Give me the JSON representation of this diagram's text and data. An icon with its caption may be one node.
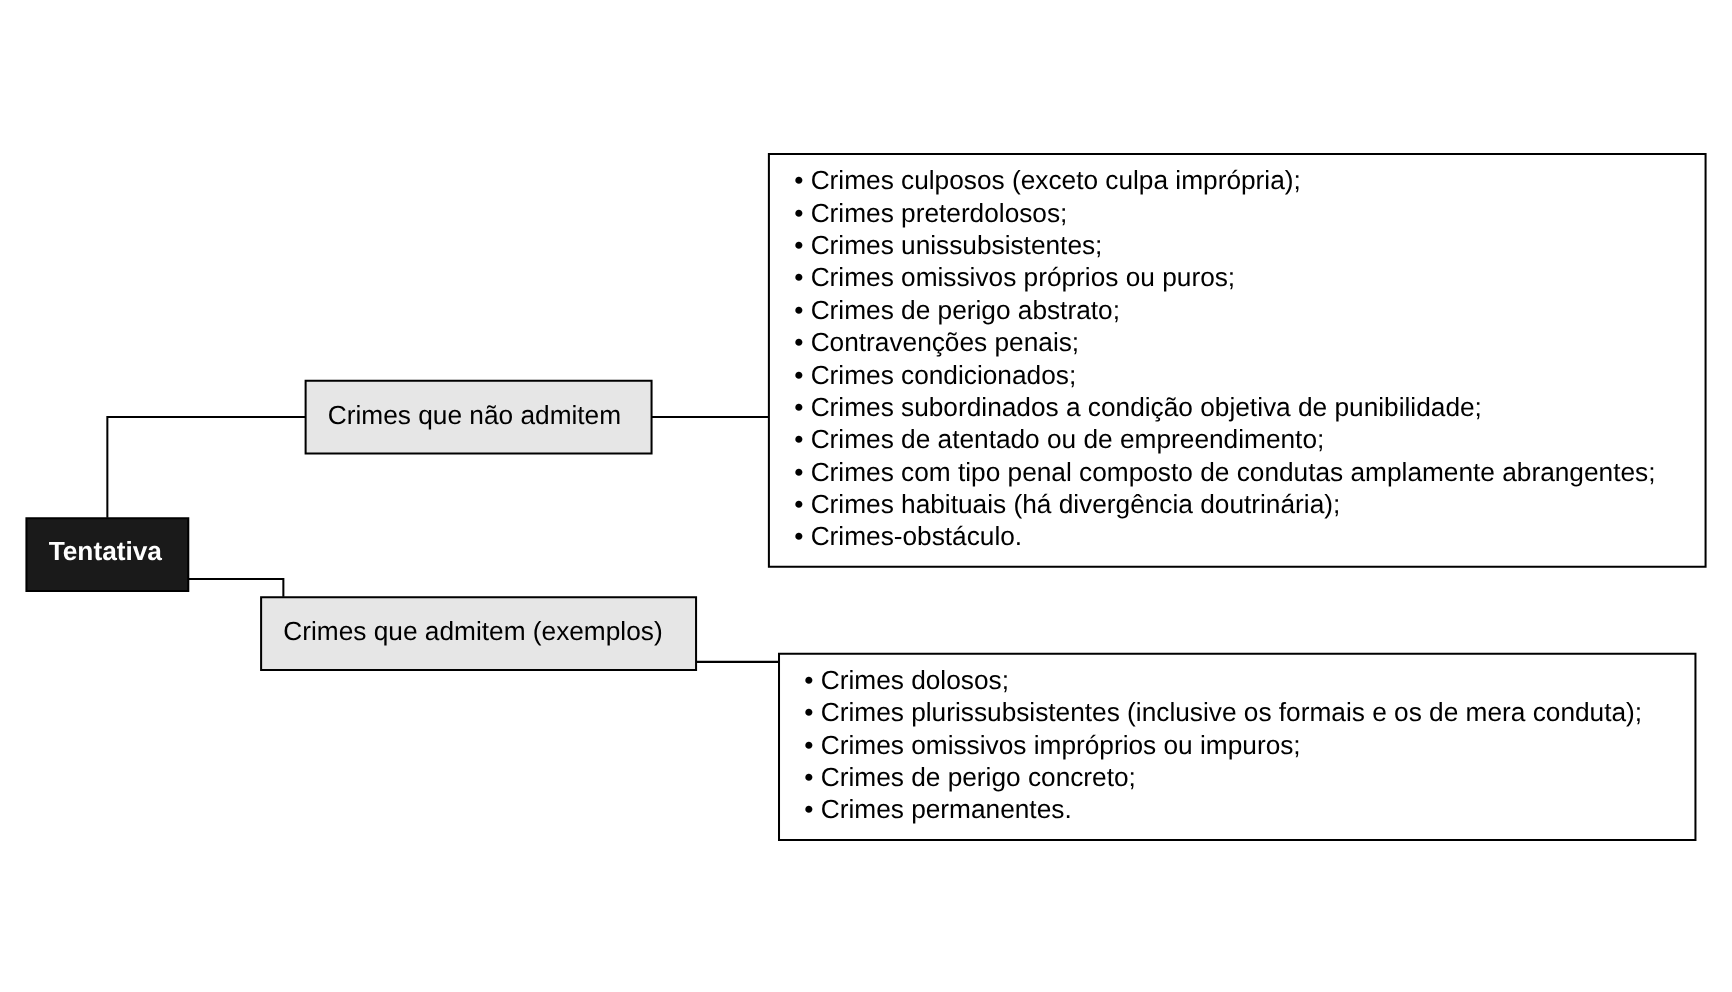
{
  "diagram": {
    "nodes": [
      {
        "text": [
          "Tentativa"
        ]
      },
      {
        "text": [
          "Crimes que não admitem"
        ]
      },
      {
        "text": [
          "• Crimes culposos (exceto culpa imprópria);",
          "• Crimes preterdolosos;",
          "• Crimes unissubsistentes;",
          "• Crimes omissivos próprios ou puros;",
          "• Crimes de perigo abstrato;",
          "• Contravenções penais;",
          "• Crimes condicionados;",
          "• Crimes subordinados a condição objetiva de punibilidade;",
          "• Crimes de atentado ou de empreendimento;",
          "• Crimes com tipo penal composto de condutas amplamente abrangentes;",
          "• Crimes habituais (há divergência doutrinária);",
          "• Crimes-obstáculo."
        ]
      },
      {
        "text": [
          "Crimes que admitem (exemplos)"
        ]
      },
      {
        "text": [
          "• Crimes dolosos;",
          "• Crimes plurissubsistentes (inclusive os formais e os de mera conduta);",
          "• Crimes omissivos impróprios ou impuros;",
          "• Crimes de perigo concreto;",
          "• Crimes permanentes."
        ]
      }
    ],
    "edges": [
      {
        "from": 0,
        "to": 1,
        "arrow": "none"
      },
      {
        "from": 0,
        "to": 3,
        "arrow": "none"
      },
      {
        "from": 1,
        "to": 2,
        "arrow": "none"
      },
      {
        "from": 3,
        "to": 4,
        "arrow": "none"
      }
    ]
  }
}
